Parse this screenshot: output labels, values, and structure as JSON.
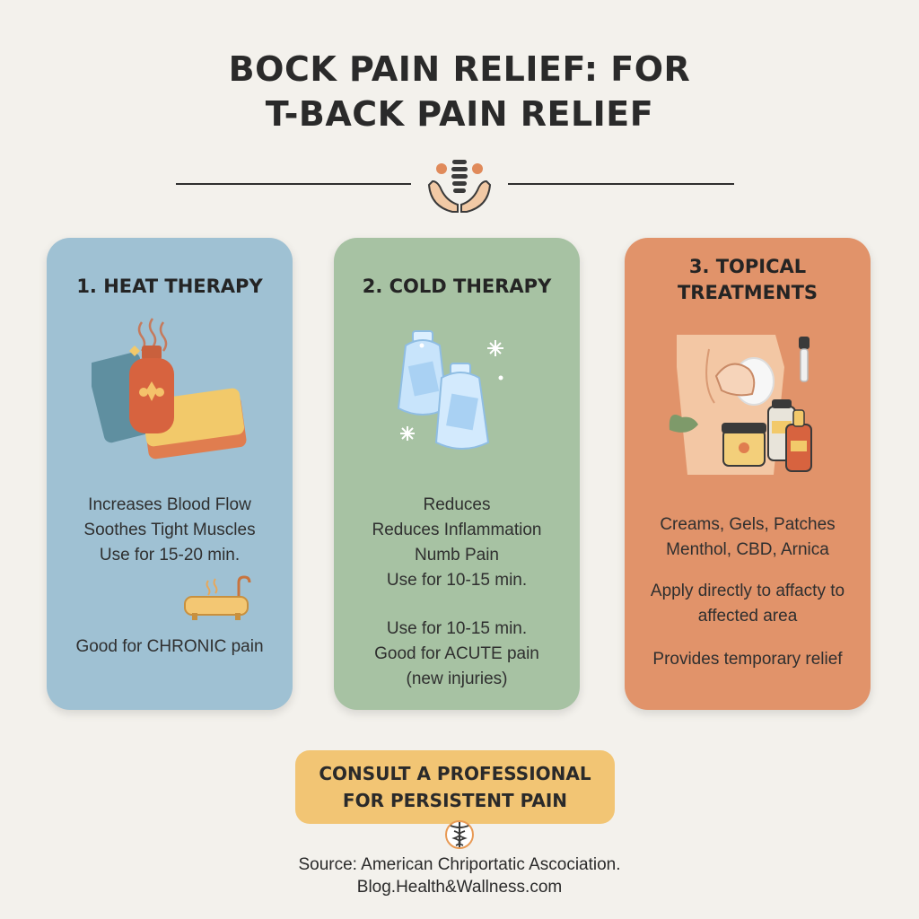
{
  "header": {
    "title_line1": "BOCK PAIN RELIEF: FOR",
    "title_line2": "T-BACK PAIN RELIEF",
    "emblem_icon": "spine-in-hands-icon"
  },
  "cards": [
    {
      "title": "1. HEAT THERAPY",
      "color": "#9fc1d3",
      "icon": "hot-water-bottle-icon",
      "lines": [
        "Increases Blood Flow",
        "Soothes Tight Muscles",
        "Use for 15-20 min."
      ],
      "secondary_icon": "bathtub-icon",
      "footer": "Good for CHRONIC pain"
    },
    {
      "title": "2. COLD THERAPY",
      "color": "#a7c2a3",
      "icon": "ice-pack-icon",
      "lines": [
        "Reduces",
        "Reduces Inflammation",
        "Numb Pain",
        "Use for 10-15 min."
      ],
      "footer_lines": [
        "Use for 10-15 min.",
        "Good for ACUTE pain",
        "(new injuries)"
      ]
    },
    {
      "title_line1": "3. TOPICAL",
      "title_line2": "TREATMENTS",
      "color": "#e1936a",
      "icon": "topical-cream-icon",
      "lines": [
        "Creams, Gels, Patches",
        "Menthol, CBD, Arnica"
      ],
      "apply_lines": [
        "Apply directly to affacty to",
        "affected area"
      ],
      "footer": "Provides temporary relief"
    }
  ],
  "cta": {
    "line1": "CONSULT A PROFESSIONAL",
    "line2": "FOR PERSISTENT PAIN",
    "color": "#f2c574",
    "icon": "caduceus-icon"
  },
  "source": {
    "line1": "Source: American Chriportatic Ascociation.",
    "line2": "Blog.Health&Wallness.com"
  }
}
